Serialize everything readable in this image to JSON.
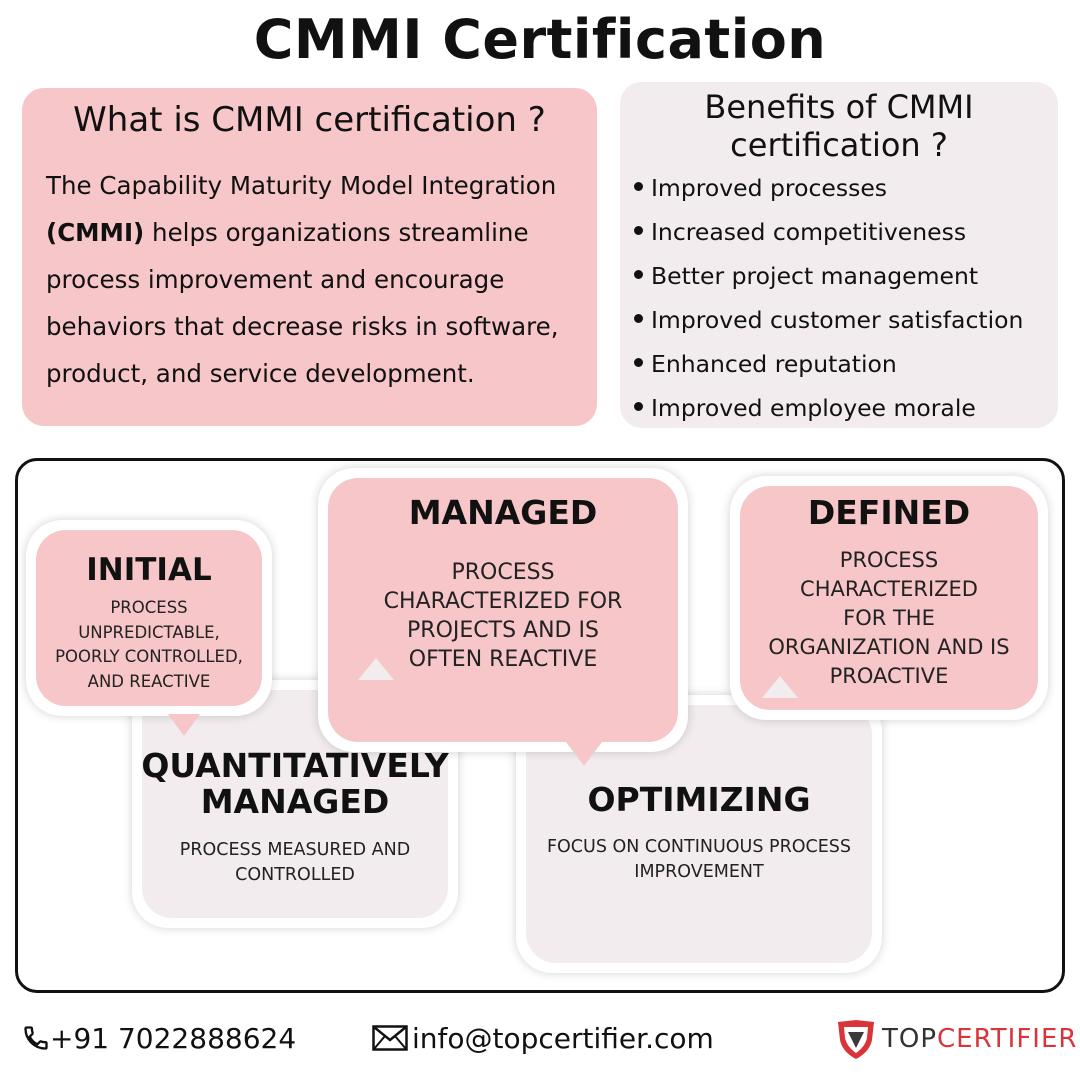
{
  "title": "CMMI Certification",
  "what": {
    "heading": "What is CMMI certification ?",
    "body_line1": "The Capability Maturity Model Integration",
    "body_bold": "(CMMI)",
    "body_rest": " helps organizations streamline process improvement and encourage behaviors that decrease risks in software, product, and service development."
  },
  "benefits": {
    "heading_line1": "Benefits of CMMI",
    "heading_line2": "certification ?",
    "items": [
      "Improved processes",
      "Increased competitiveness",
      "Better project management",
      "Improved customer satisfaction",
      "Enhanced reputation",
      "Improved employee morale"
    ]
  },
  "levels": {
    "initial": {
      "name": "INITIAL",
      "desc_lines": [
        "PROCESS",
        "UNPREDICTABLE,",
        "POORLY CONTROLLED,",
        "AND REACTIVE"
      ]
    },
    "managed": {
      "name": "MANAGED",
      "desc_lines": [
        "PROCESS",
        "CHARACTERIZED FOR",
        "PROJECTS AND IS",
        "OFTEN REACTIVE"
      ]
    },
    "defined": {
      "name": "DEFINED",
      "desc_lines": [
        "PROCESS",
        "CHARACTERIZED",
        "FOR THE",
        "ORGANIZATION AND IS",
        "PROACTIVE"
      ]
    },
    "quantitatively_managed": {
      "name_lines": [
        "QUANTITATIVELY",
        "MANAGED"
      ],
      "desc_lines": [
        "PROCESS MEASURED AND",
        "CONTROLLED"
      ]
    },
    "optimizing": {
      "name": "OPTIMIZING",
      "desc_lines": [
        "FOCUS ON CONTINUOUS PROCESS",
        "IMPROVEMENT"
      ]
    }
  },
  "footer": {
    "phone": "+91 7022888624",
    "email": "info@topcertifier.com",
    "logo_part1": "TOP",
    "logo_part2": "CERTIFIER"
  },
  "colors": {
    "pink": "#f6c6c8",
    "grey": "#f2ecee",
    "brand_red": "#d8343a"
  }
}
